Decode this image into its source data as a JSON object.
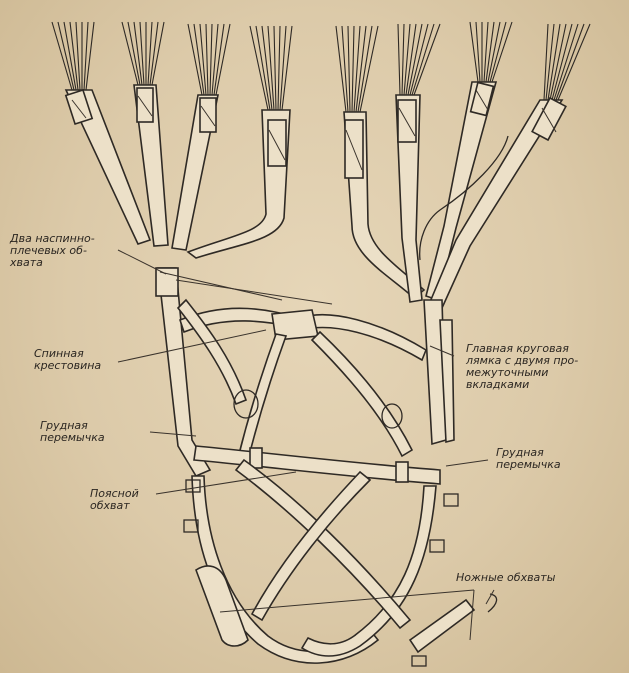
{
  "labels": {
    "two_shoulder_straps": "Два наспинно-\nплечевых об-\nхвата",
    "back_cross": "Спинная\nкрестовина",
    "chest_strap_left": "Грудная\nперемычка",
    "waist_strap": "Поясной\nобхват",
    "main_strap": "Главная круговая\nлямка с двумя про-\nмежуточными\nвкладками",
    "chest_strap_right": "Грудная\nперемычка",
    "leg_straps": "Ножные обхваты"
  }
}
